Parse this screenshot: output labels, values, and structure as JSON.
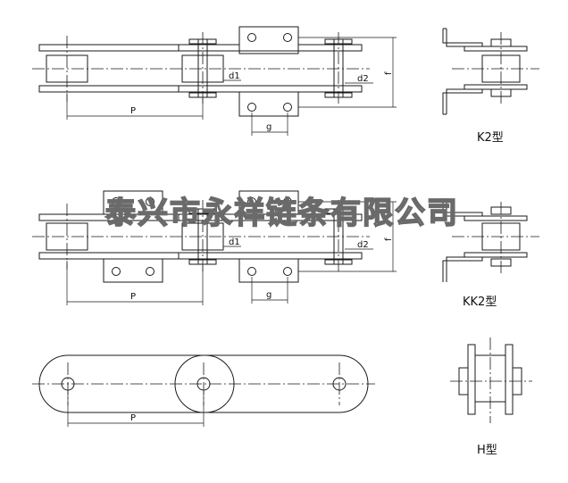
{
  "views": {
    "k2": {
      "dim_pitch": "P",
      "dim_d1": "d1",
      "dim_d2": "d2",
      "dim_g": "g",
      "dim_f": "f",
      "caption": "K2型"
    },
    "kk2": {
      "dim_pitch": "P",
      "dim_d1": "d1",
      "dim_d2": "d2",
      "dim_g": "g",
      "dim_f": "f",
      "caption": "KK2型"
    },
    "h": {
      "dim_pitch": "P",
      "caption": "H型"
    }
  },
  "watermark": {
    "text": "泰兴市永祥链条有限公司",
    "color": "#6a6a6a"
  },
  "colors": {
    "line": "#1a1a1a",
    "background": "#ffffff"
  }
}
